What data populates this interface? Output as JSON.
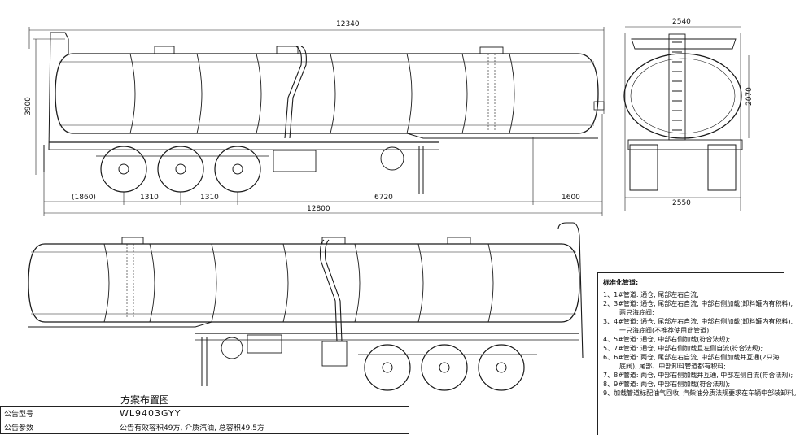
{
  "dimensions": {
    "top_total_length": "12340",
    "height": "3900",
    "axle_pitch_1": "1310",
    "axle_pitch_2": "1310",
    "rear_overhang": "(1860)",
    "wheelbase": "6720",
    "front_overhang": "1600",
    "overall_length": "12800",
    "end_width_top": "2540",
    "end_height": "2070",
    "end_width_bottom": "2550"
  },
  "layout_title": "方案布置图",
  "notes": {
    "title": "标准化管道:",
    "items": [
      {
        "text": "1、1#管道: 通仓, 尾部左右自流;",
        "cont": false
      },
      {
        "text": "2、3#管道: 通仓, 尾部左右自流, 中部右侧加载(卸料罐内有积料),",
        "cont": false
      },
      {
        "text": "两只海底阀;",
        "cont": true
      },
      {
        "text": "3、4#管道: 通仓, 尾部左右自流, 中部右侧加载(卸料罐内有积料),",
        "cont": false
      },
      {
        "text": "一只海底阀(不推荐使用此管道);",
        "cont": true
      },
      {
        "text": "4、5#管道: 通仓, 中部右侧加载(符合法规);",
        "cont": false
      },
      {
        "text": "5、7#管道: 通仓, 中部右侧加载且左侧自流(符合法规);",
        "cont": false
      },
      {
        "text": "6、6#管道: 两仓, 尾部左右自流, 中部右侧加载并互通(2只海",
        "cont": false
      },
      {
        "text": "底阀), 尾部、中部卸料管道都有积料;",
        "cont": true
      },
      {
        "text": "7、8#管道: 两仓, 中部右侧加载并互通, 中部左侧自流(符合法规);",
        "cont": false
      },
      {
        "text": "8、9#管道: 两仓, 中部右侧加载(符合法规);",
        "cont": false
      },
      {
        "text": "9、加载管道标配油气回收, 汽柴油分质法规要求在车辆中部装卸料。",
        "cont": false
      }
    ]
  },
  "info_table": {
    "rows": [
      {
        "key": "公告型号",
        "value": "WL9403GYY"
      },
      {
        "key": "公告参数",
        "value": "公告有效容积49方, 介质汽油, 总容积49.5方"
      }
    ]
  }
}
